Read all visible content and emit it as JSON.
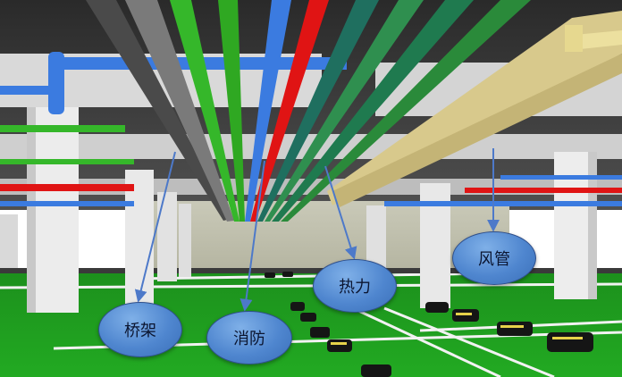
{
  "labels": {
    "qiaojia": "桥架",
    "xiaofang": "消防",
    "reli": "热力",
    "fengguan": "风管"
  },
  "colors": {
    "ceiling": "#2e2e2e",
    "floor": "#1fa21f",
    "pipe_blue": "#3b7be0",
    "pipe_red": "#e01414",
    "pipe_green": "#35b72a",
    "pipe_teal": "#1f7a4f",
    "duct_tan": "#d8c98c",
    "tray_gray": "#6c6c6c",
    "column": "#e6e6e6",
    "arrow": "#4d79c9",
    "bubble": "#4f86cf"
  }
}
